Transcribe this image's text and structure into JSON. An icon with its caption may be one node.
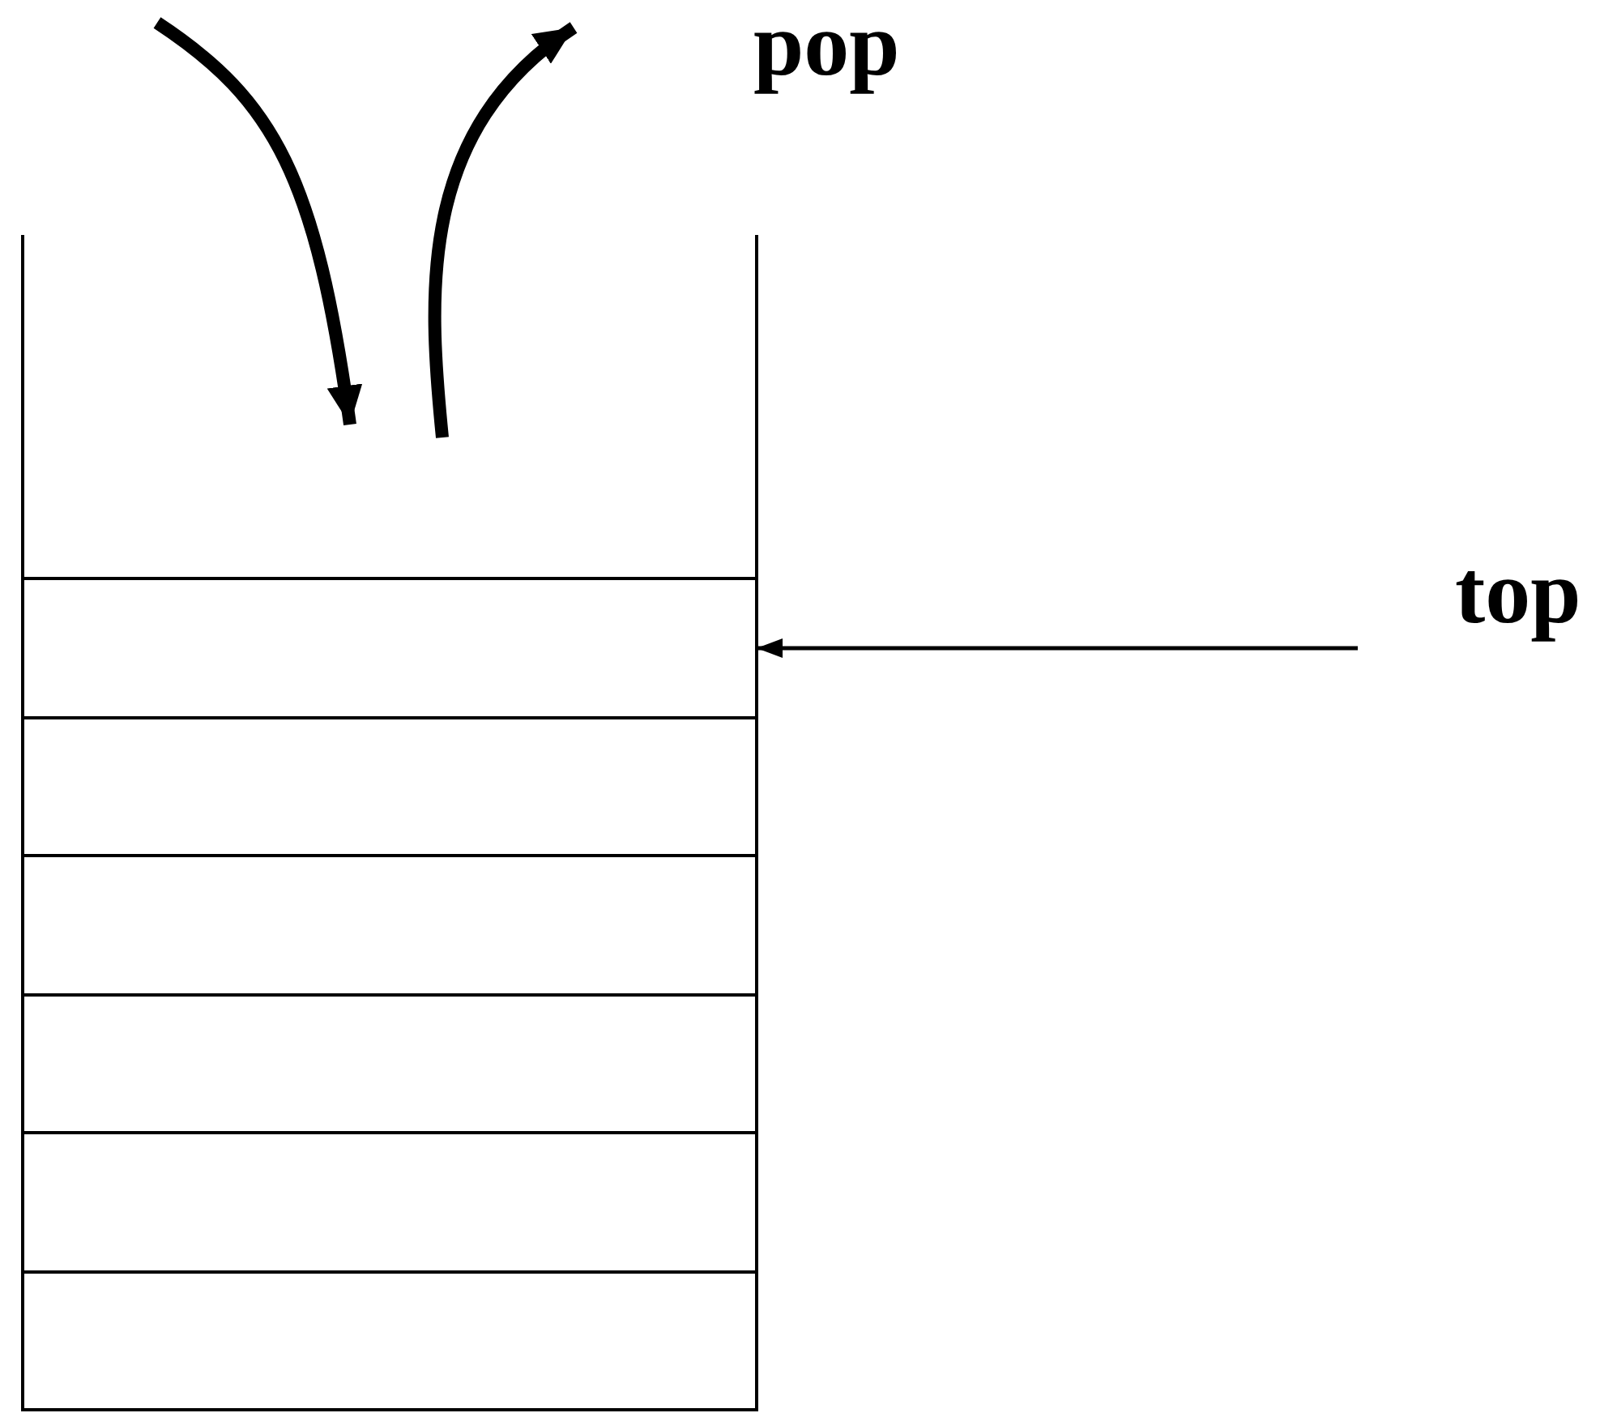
{
  "diagram": {
    "nodes": [
      {
        "text": [],
        "shape": "box"
      },
      {
        "text": [],
        "shape": "box",
        "in": 0
      },
      {
        "text": [],
        "shape": "box",
        "in": 0
      },
      {
        "text": [],
        "shape": "box",
        "in": 0
      },
      {
        "text": [],
        "shape": "box",
        "in": 0
      },
      {
        "text": [],
        "shape": "box",
        "in": 0
      },
      {
        "text": [],
        "shape": "box",
        "in": 0
      },
      {
        "text": [
          "top"
        ]
      }
    ],
    "edges": [
      {
        "from": 7,
        "to": 1,
        "arrow": "to"
      }
    ],
    "labels": [
      "pop"
    ]
  }
}
